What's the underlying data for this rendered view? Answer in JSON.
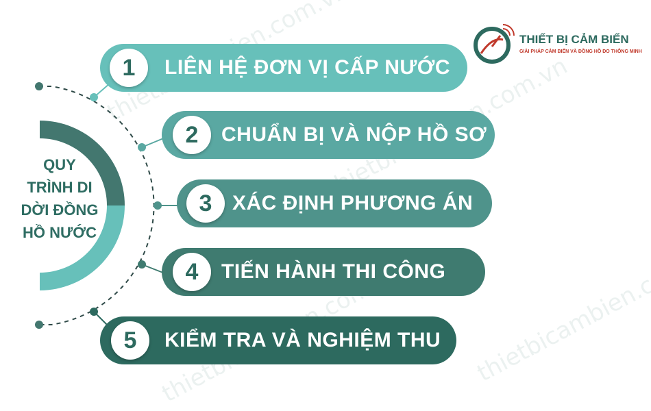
{
  "title": [
    "QUY",
    "TRÌNH DI",
    "DỜI ĐỒNG",
    "HỒ NƯỚC"
  ],
  "logo": {
    "name": "THIẾT BỊ CẢM BIẾN",
    "tagline": "GIẢI PHÁP CẢM BIẾN VÀ ĐỒNG HỒ ĐO THÔNG MINH"
  },
  "watermark": "thietbicambien.com.vn",
  "steps": [
    {
      "number": "1",
      "label": "LIÊN HỆ ĐƠN VỊ CẤP NƯỚC",
      "color": "#67c0ba"
    },
    {
      "number": "2",
      "label": "CHUẨN BỊ VÀ NỘP HỒ SƠ",
      "color": "#5aa8a2"
    },
    {
      "number": "3",
      "label": "XÁC ĐỊNH PHƯƠNG ÁN",
      "color": "#4f938b"
    },
    {
      "number": "4",
      "label": "TIẾN HÀNH THI CÔNG",
      "color": "#3f7b70"
    },
    {
      "number": "5",
      "label": "KIỂM TRA VÀ NGHIỆM THU",
      "color": "#2d6a5f"
    }
  ],
  "colors": {
    "dark": "#2d6a5f",
    "mid": "#43776f",
    "light": "#67c0ba"
  }
}
